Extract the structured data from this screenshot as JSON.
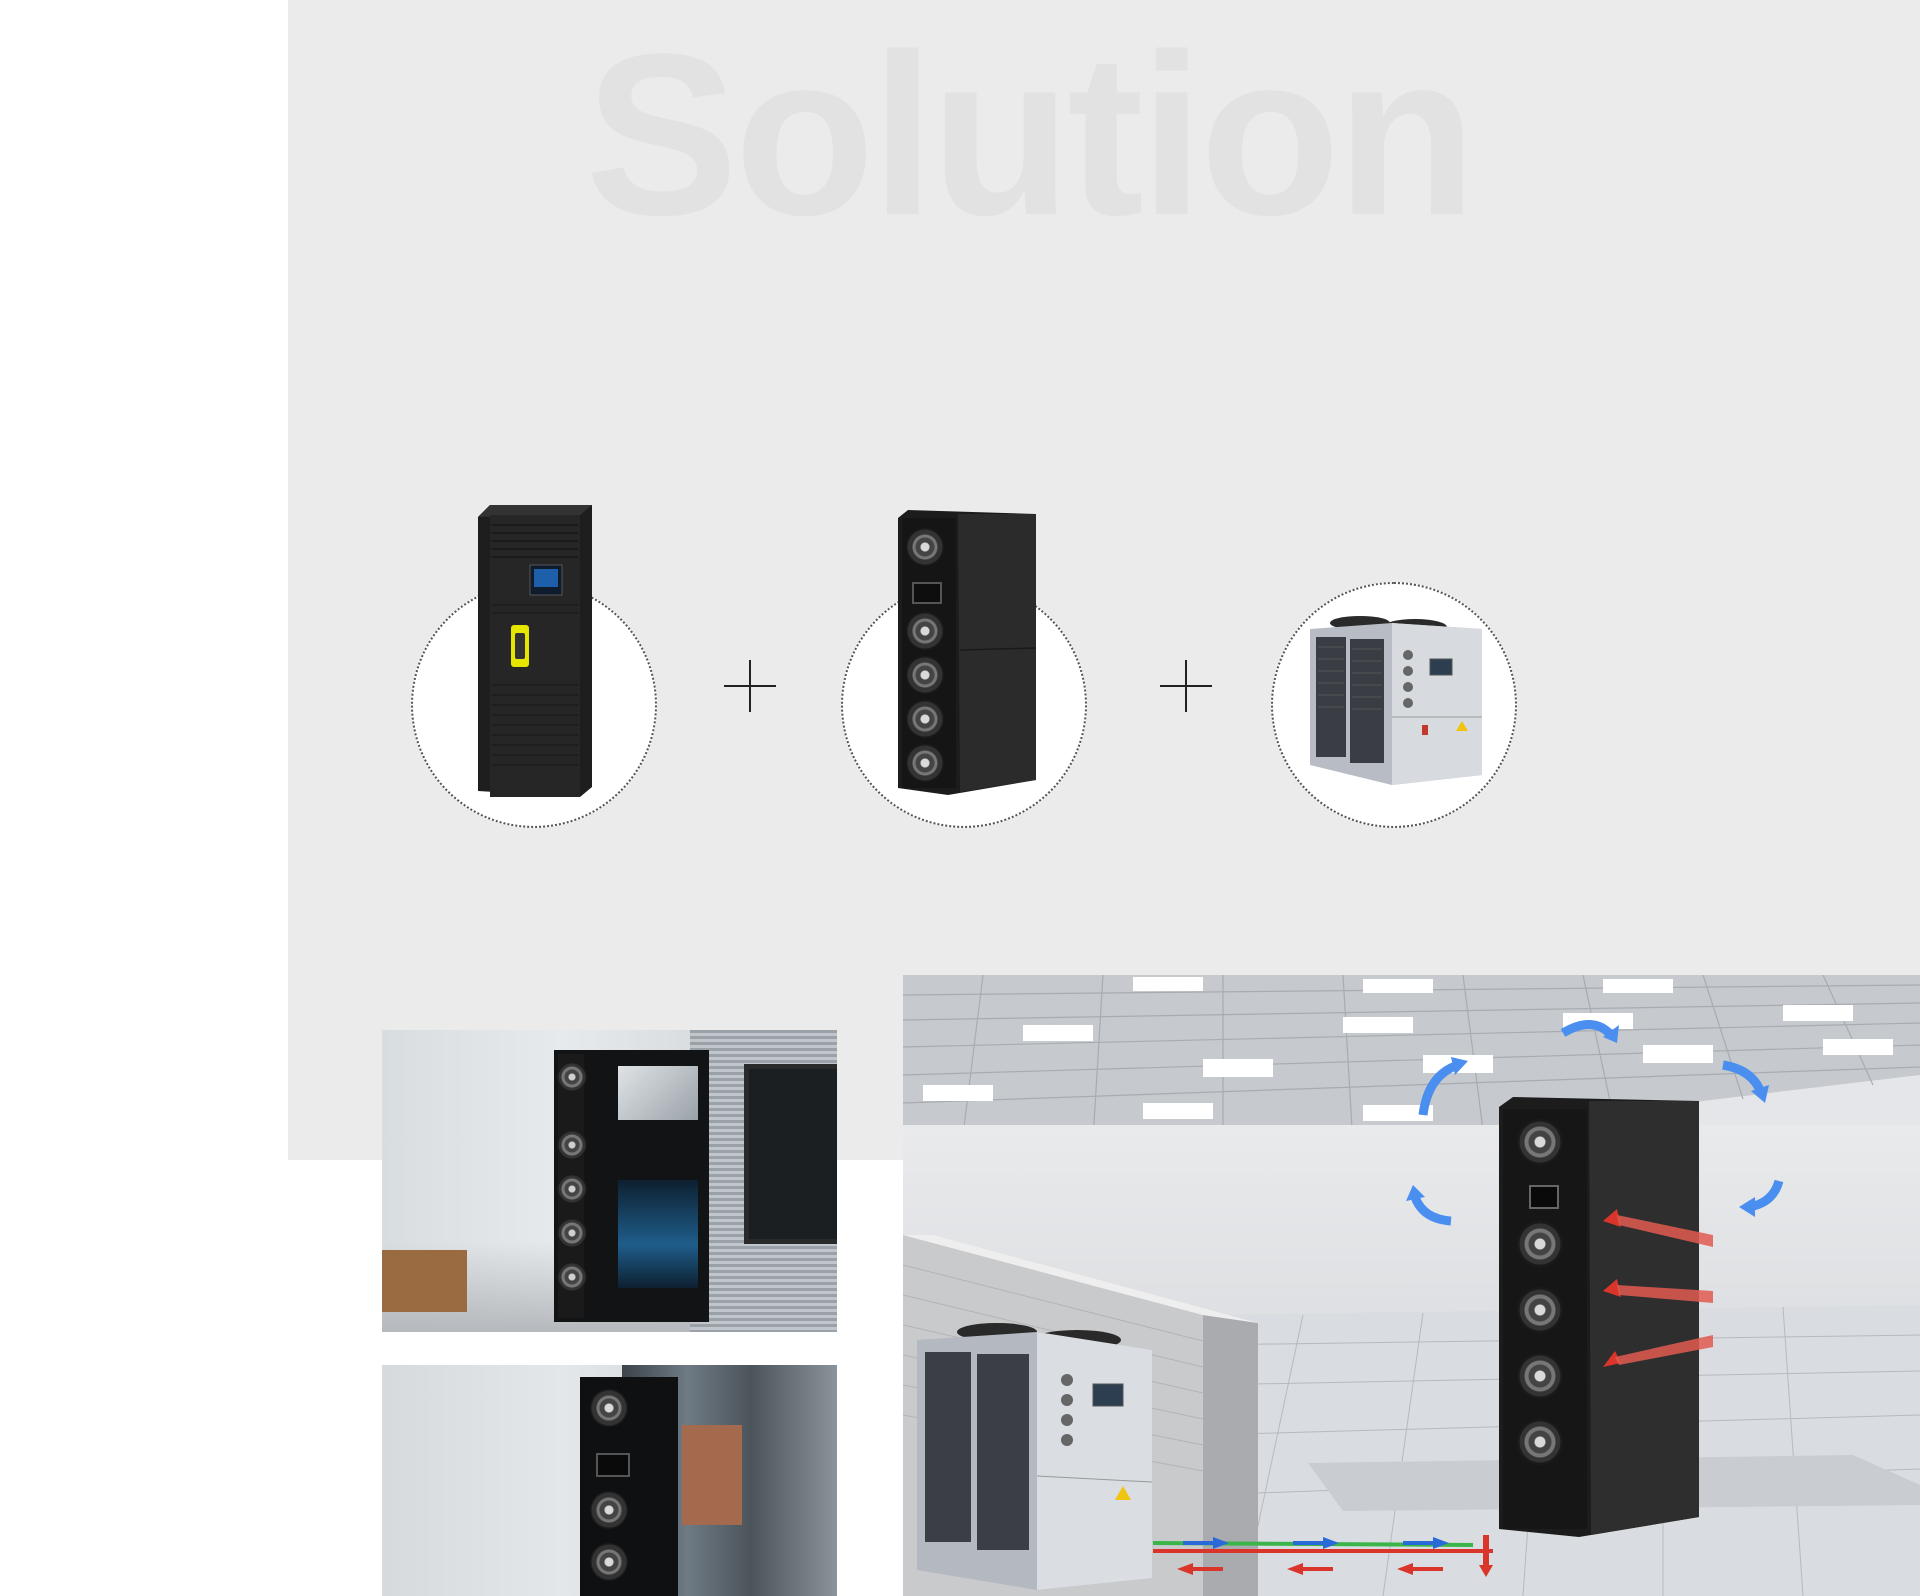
{
  "hero": {
    "watermark": "Solution"
  },
  "products": [
    {
      "name": "indoor-cabinet-unit"
    },
    {
      "name": "fan-wall-unit"
    },
    {
      "name": "outdoor-chiller-unit"
    }
  ],
  "colors": {
    "panel_bg": "#ebebeb",
    "watermark": "#e2e2e2",
    "accent_yellow": "#e6e600",
    "flow_red": "#d9352b",
    "flow_blue": "#2a6ad8",
    "flow_green": "#3bb54a"
  }
}
